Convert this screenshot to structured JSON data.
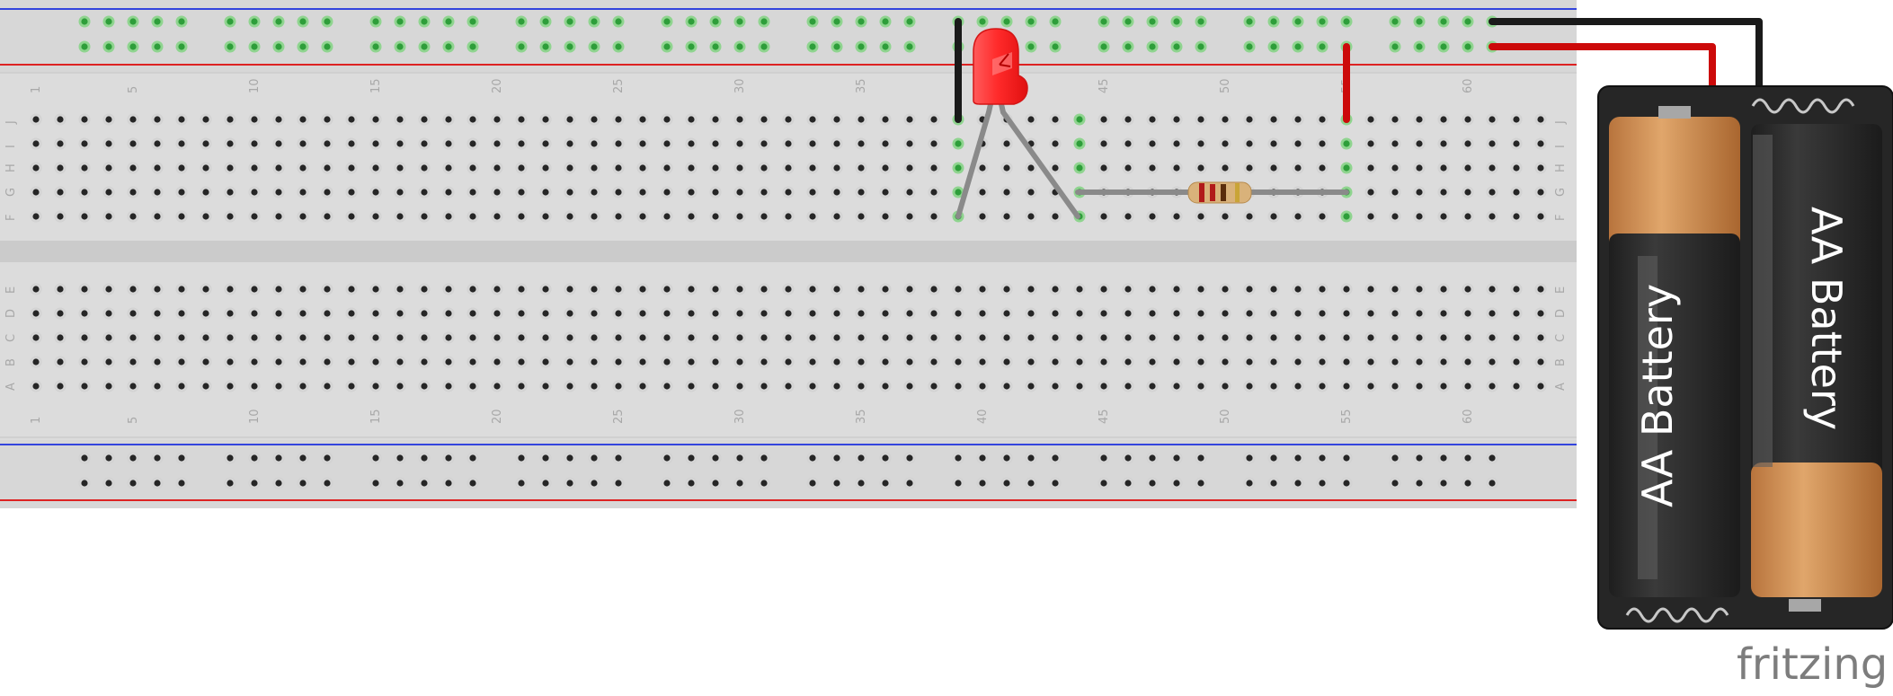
{
  "column_labels": [
    "1",
    "5",
    "10",
    "15",
    "20",
    "25",
    "30",
    "35",
    "40",
    "45",
    "50",
    "55",
    "60"
  ],
  "column_numbers": [
    1,
    5,
    10,
    15,
    20,
    25,
    30,
    35,
    40,
    45,
    50,
    55,
    60
  ],
  "row_labels_top": [
    "J",
    "I",
    "H",
    "G",
    "F"
  ],
  "row_labels_bottom": [
    "E",
    "D",
    "C",
    "B",
    "A"
  ],
  "battery": {
    "label_left": "AA Battery",
    "label_right": "AA Battery"
  },
  "brand": "fritzing",
  "colors": {
    "board": "#d9d9d9",
    "hole": "#262626",
    "hole_active": "#2e9e3a",
    "rail_blue": "#3344dd",
    "rail_red": "#dd2222",
    "wire_black": "#1a1a1a",
    "wire_red": "#cc0a0a",
    "led": "#ff3030",
    "battery_copper": "#d4955a",
    "battery_body": "#2a2a2a"
  },
  "icons": [
    "breadboard-icon",
    "led-icon",
    "resistor-icon",
    "battery-holder-icon",
    "wire-icon"
  ]
}
